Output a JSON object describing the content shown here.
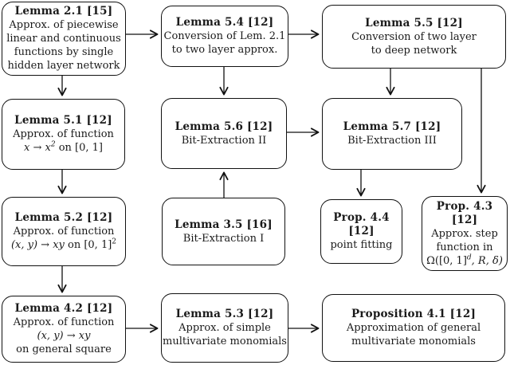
{
  "figure": {
    "kind": "dependency-flowchart",
    "colors": {
      "ink": "#111111",
      "background": "#ffffff"
    }
  },
  "nodes": {
    "lemma21": {
      "title": "Lemma 2.1 [15]",
      "line1": "Approx. of piecewise",
      "line2": "linear and continuous",
      "line3": "functions by single",
      "line4": "hidden layer network"
    },
    "lemma54": {
      "title": "Lemma 5.4 [12]",
      "line1": "Conversion of Lem. 2.1",
      "line2": "to two layer approx."
    },
    "lemma55": {
      "title": "Lemma 5.5 [12]",
      "line1": "Conversion of two layer",
      "line2": "to deep network"
    },
    "lemma51": {
      "title": "Lemma 5.1 [12]",
      "line1": "Approx. of function",
      "math_pre": "x → x",
      "math_sup": "2",
      "math_post": " on [0, 1]"
    },
    "lemma56": {
      "title": "Lemma 5.6 [12]",
      "line1": "Bit-Extraction II"
    },
    "lemma57": {
      "title": "Lemma 5.7 [12]",
      "line1": "Bit-Extraction III"
    },
    "lemma52": {
      "title": "Lemma 5.2 [12]",
      "line1": "Approx. of function",
      "math_pre": "(x, y) → xy",
      "math_mid": " on [0, 1]",
      "math_sup": "2"
    },
    "lemma35": {
      "title": "Lemma 3.5 [16]",
      "line1": "Bit-Extraction I"
    },
    "prop44": {
      "title": "Prop. 4.4 [12]",
      "line1": "point fitting"
    },
    "prop43": {
      "title": "Prop. 4.3 [12]",
      "line1": "Approx. step",
      "line2": "function in",
      "math_pre": "Ω([0, 1]",
      "math_sup": "d",
      "math_post": ", R, δ)"
    },
    "lemma42": {
      "title": "Lemma 4.2 [12]",
      "line1": "Approx. of function",
      "math": "(x, y) → xy",
      "line3": "on general square"
    },
    "lemma53": {
      "title": "Lemma 5.3 [12]",
      "line1": "Approx. of simple",
      "line2": "multivariate monomials"
    },
    "prop41": {
      "title": "Proposition 4.1 [12]",
      "line1": "Approximation of general",
      "line2": "multivariate monomials"
    }
  },
  "edges": [
    {
      "from": "Lemma 2.1",
      "to": "Lemma 5.4"
    },
    {
      "from": "Lemma 5.4",
      "to": "Lemma 5.5"
    },
    {
      "from": "Lemma 2.1",
      "to": "Lemma 5.1"
    },
    {
      "from": "Lemma 5.4",
      "to": "Lemma 5.6"
    },
    {
      "from": "Lemma 5.5",
      "to": "Lemma 5.7"
    },
    {
      "from": "Lemma 5.5",
      "to": "Prop. 4.3"
    },
    {
      "from": "Lemma 5.1",
      "to": "Lemma 5.2"
    },
    {
      "from": "Lemma 5.6",
      "to": "Lemma 5.7"
    },
    {
      "from": "Lemma 3.5",
      "to": "Lemma 5.6"
    },
    {
      "from": "Lemma 5.7",
      "to": "Prop. 4.4"
    },
    {
      "from": "Lemma 5.2",
      "to": "Lemma 4.2"
    },
    {
      "from": "Lemma 4.2",
      "to": "Lemma 5.3"
    },
    {
      "from": "Lemma 5.3",
      "to": "Proposition 4.1"
    }
  ]
}
